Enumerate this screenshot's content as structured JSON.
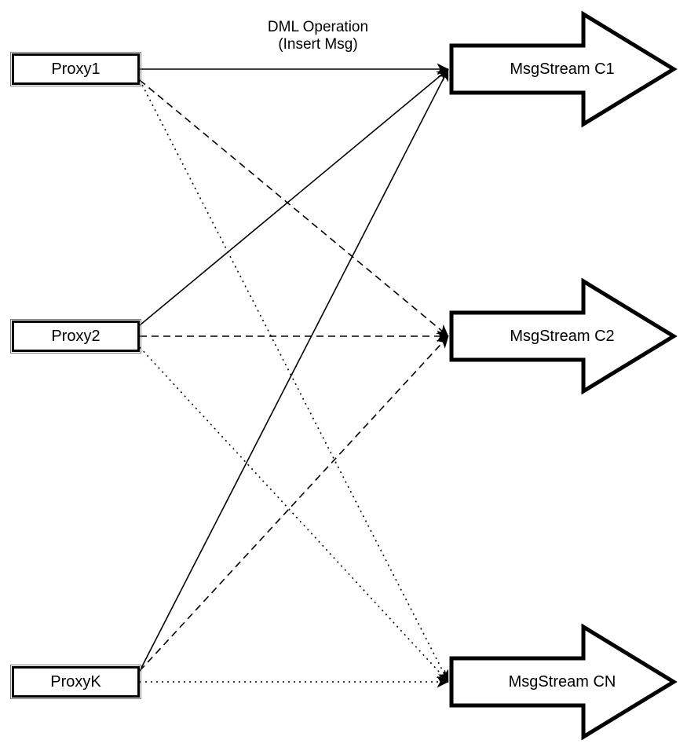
{
  "diagram": {
    "title_label": {
      "line1": "DML Operation",
      "line2": "(Insert Msg)"
    },
    "proxies": [
      {
        "id": "proxy1",
        "label": "Proxy1"
      },
      {
        "id": "proxy2",
        "label": "Proxy2"
      },
      {
        "id": "proxyk",
        "label": "ProxyK"
      }
    ],
    "streams": [
      {
        "id": "c1",
        "label": "MsgStream C1"
      },
      {
        "id": "c2",
        "label": "MsgStream C2"
      },
      {
        "id": "cn",
        "label": "MsgStream CN"
      }
    ],
    "connections": [
      {
        "from": "proxy1",
        "to": "c1",
        "style": "solid"
      },
      {
        "from": "proxy1",
        "to": "c2",
        "style": "dashed"
      },
      {
        "from": "proxy1",
        "to": "cn",
        "style": "dotted"
      },
      {
        "from": "proxy2",
        "to": "c1",
        "style": "solid"
      },
      {
        "from": "proxy2",
        "to": "c2",
        "style": "dashed"
      },
      {
        "from": "proxy2",
        "to": "cn",
        "style": "dotted"
      },
      {
        "from": "proxyk",
        "to": "c1",
        "style": "solid"
      },
      {
        "from": "proxyk",
        "to": "c2",
        "style": "dashed"
      },
      {
        "from": "proxyk",
        "to": "cn",
        "style": "dotted"
      }
    ],
    "colors": {
      "stroke": "#000000",
      "fill": "#ffffff",
      "background": "#ffffff"
    }
  }
}
